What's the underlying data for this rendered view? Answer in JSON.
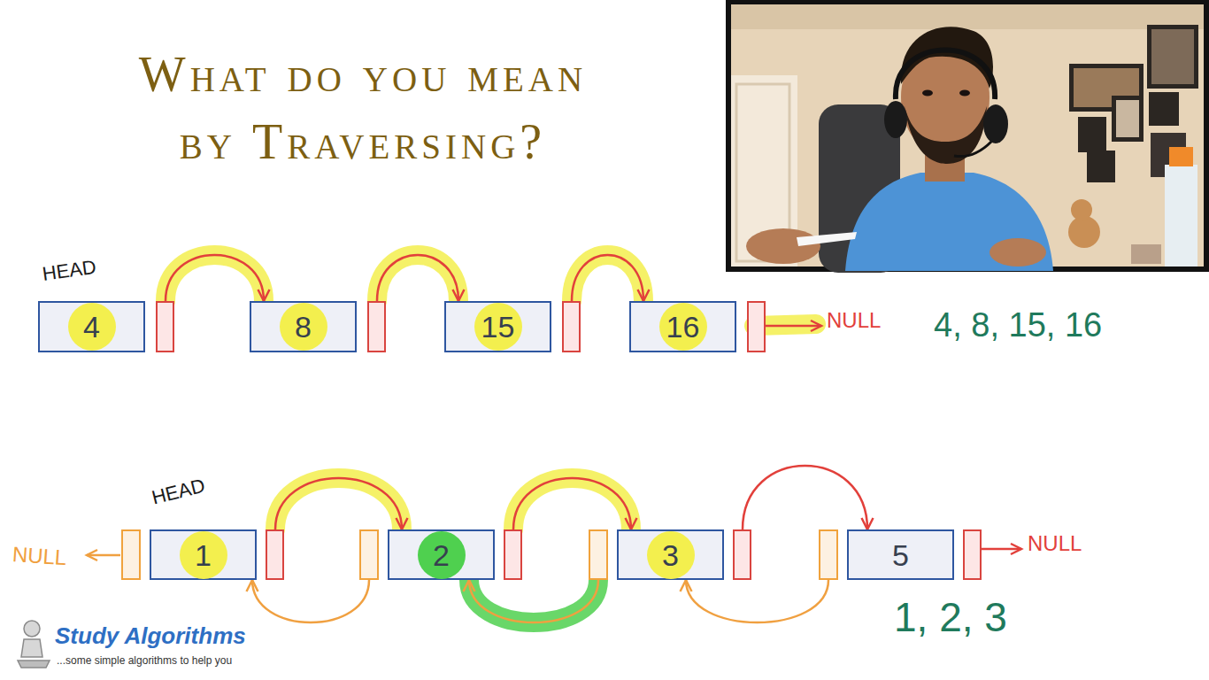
{
  "diagram": {
    "title": "What do you mean by Traversing?",
    "nodes": [
      {
        "text": [
          "4"
        ]
      },
      {
        "text": [
          "8"
        ]
      },
      {
        "text": [
          "15"
        ]
      },
      {
        "text": [
          "16"
        ]
      },
      {
        "text": [
          "1"
        ]
      },
      {
        "text": [
          "2"
        ]
      },
      {
        "text": [
          "3"
        ]
      },
      {
        "text": [
          "5"
        ]
      }
    ],
    "edges": [
      {
        "from": 0,
        "to": 1,
        "arrow": "to"
      },
      {
        "from": 1,
        "to": 2,
        "arrow": "to"
      },
      {
        "from": 2,
        "to": 3,
        "arrow": "to"
      },
      {
        "from": 4,
        "to": 5,
        "arrow": "to"
      },
      {
        "from": 5,
        "to": 6,
        "arrow": "to"
      },
      {
        "from": 6,
        "to": 7,
        "arrow": "to"
      },
      {
        "from": 5,
        "to": 4,
        "arrow": "to"
      },
      {
        "from": 6,
        "to": 5,
        "arrow": "to"
      },
      {
        "from": 7,
        "to": 6,
        "arrow": "to"
      }
    ],
    "labels": [
      "HEAD",
      "NULL",
      "4, 8, 15, 16",
      "HEAD",
      "NULL",
      "NULL",
      "1, 2, 3",
      "Study Algorithms",
      "...some simple algorithms to help you"
    ]
  }
}
